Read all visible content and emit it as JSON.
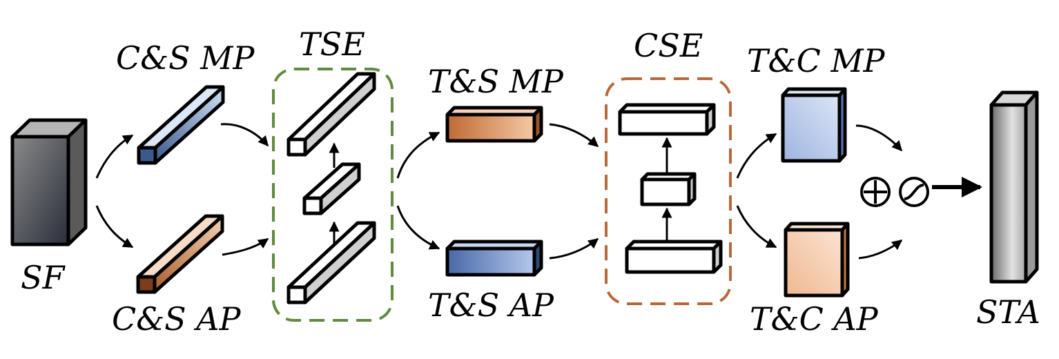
{
  "labels": {
    "sf": "SF",
    "cs_mp": "C&S MP",
    "cs_ap": "C&S AP",
    "tse": "TSE",
    "ts_mp": "T&S MP",
    "ts_ap": "T&S AP",
    "cse": "CSE",
    "tc_mp": "T&C MP",
    "tc_ap": "T&C AP",
    "sta": "STA"
  },
  "colors": {
    "tse_border": "#5f8a3f",
    "cse_border": "#b8683a",
    "blue_dark": "#3b5a8c",
    "blue_light": "#c8d8f0",
    "orange_dark": "#b06a3a",
    "orange_light": "#f7d2b8"
  },
  "icons": {
    "plus": "circled-plus-icon",
    "sigmoid": "sigmoid-icon"
  }
}
